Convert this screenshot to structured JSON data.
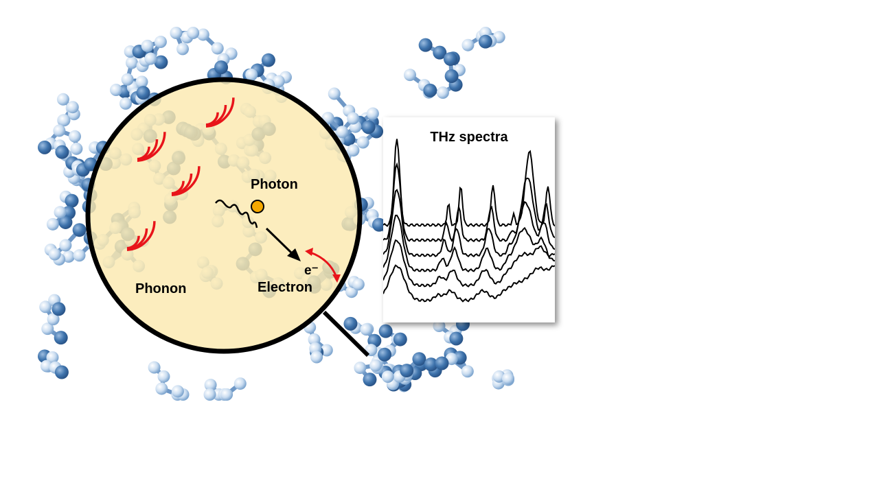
{
  "labels": {
    "photon": "Photon",
    "phonon": "Phonon",
    "electron_symbol": "e⁻",
    "electron": "Electron",
    "spectra_title": "THz spectra"
  },
  "colors": {
    "lens_fill": "#fbe9b0",
    "phonon_wave": "#e8141a",
    "photon_dot": "#f5a800",
    "molecule_dark": "#4a7db5",
    "molecule_light": "#e8f0fa"
  },
  "icons": [
    "magnifier-lens",
    "phonon-wave-icon",
    "photon-wavy-arrow-icon",
    "electron-arrow-icon",
    "curved-double-arrow-icon"
  ]
}
